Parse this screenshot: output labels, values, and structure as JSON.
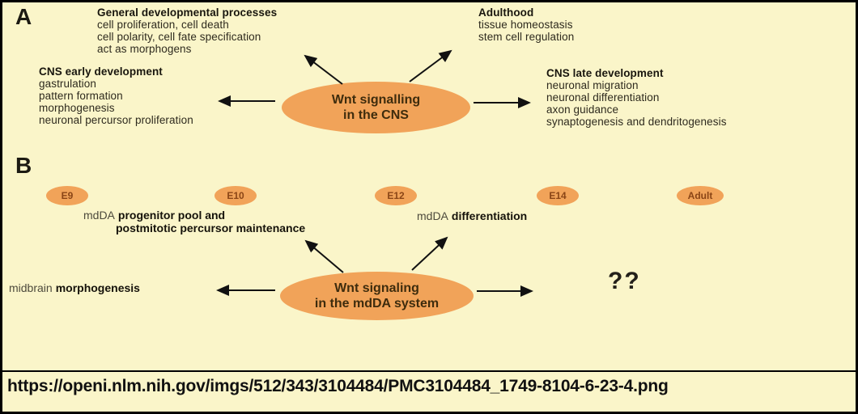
{
  "colors": {
    "background": "#faf5c9",
    "ellipse_fill": "#f1a359",
    "text": "#15120a",
    "arrow": "#111111"
  },
  "panel_a": {
    "label": "A",
    "ellipse": {
      "line1": "Wnt signalling",
      "line2": "in the CNS"
    },
    "general": {
      "title": "General developmental processes",
      "line1": "cell proliferation, cell death",
      "line2": "cell polarity, cell fate specification",
      "line3": "act as morphogens"
    },
    "adulthood": {
      "title": "Adulthood",
      "line1": "tissue homeostasis",
      "line2": "stem cell regulation"
    },
    "cns_early": {
      "title": "CNS early development",
      "line1": "gastrulation",
      "line2": "pattern formation",
      "line3": "morphogenesis",
      "line4": "neuronal percursor proliferation"
    },
    "cns_late": {
      "title": "CNS late development",
      "line1": "neuronal migration",
      "line2": "neuronal differentiation",
      "line3": "axon guidance",
      "line4": "synaptogenesis and dendritogenesis"
    }
  },
  "panel_b": {
    "label": "B",
    "timeline": {
      "e9": "E9",
      "e10": "E10",
      "e12": "E12",
      "e14": "E14",
      "adult": "Adult"
    },
    "ellipse": {
      "line1": "Wnt signaling",
      "line2": "in the mdDA system"
    },
    "progenitor": {
      "prefix": "mdDA",
      "bold_line1": "progenitor pool and",
      "bold_line2": "postmitotic percursor maintenance"
    },
    "differentiation": {
      "prefix": "mdDA",
      "bold": "differentiation"
    },
    "midbrain": {
      "prefix": "midbrain",
      "bold": "morphogenesis"
    },
    "unknown": "??"
  },
  "footer": {
    "url": "https://openi.nlm.nih.gov/imgs/512/343/3104484/PMC3104484_1749-8104-6-23-4.png"
  }
}
